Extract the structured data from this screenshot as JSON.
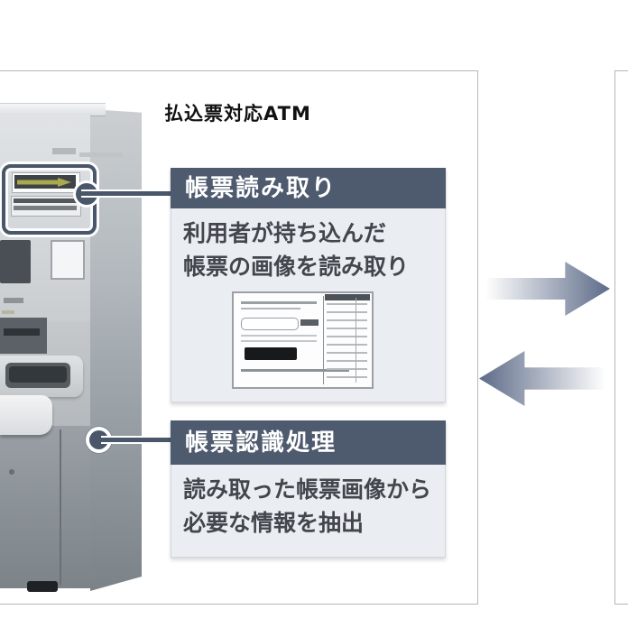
{
  "colors": {
    "header_bg": "#4e5a6e",
    "callout_body_bg": "#eaedf2",
    "connector": "#4a5669",
    "arrow": "#5d6b88",
    "panel_border": "#b3b6ba",
    "slot_arrow": "#a9aa4d",
    "title_color": "#111111",
    "body_text": "#43464c"
  },
  "diagram": {
    "title": "払込票対応ATM",
    "callouts": [
      {
        "header": "帳票読み取り",
        "line1": "利用者が持ち込んだ",
        "line2": "帳票の画像を読み取り"
      },
      {
        "header": "帳票認識処理",
        "line1": "読み取った帳票画像から",
        "line2": "必要な情報を抽出"
      }
    ]
  }
}
